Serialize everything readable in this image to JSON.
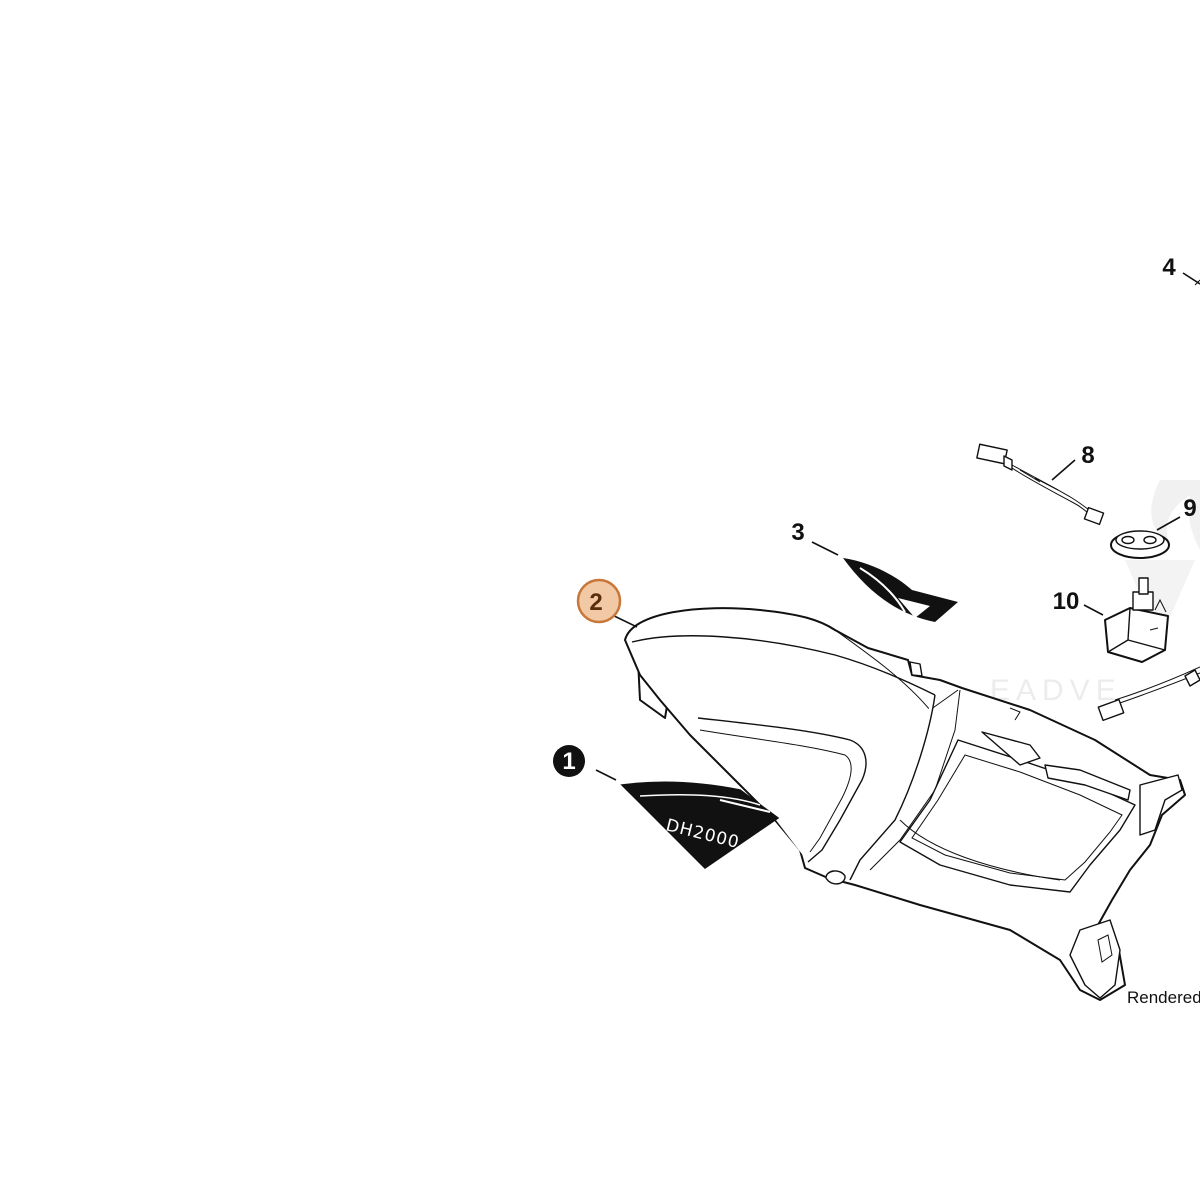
{
  "diagram": {
    "callouts": [
      {
        "id": "1",
        "label": "1",
        "style": "filled"
      },
      {
        "id": "2",
        "label": "2",
        "style": "highlighted"
      },
      {
        "id": "3",
        "label": "3",
        "style": "plain"
      },
      {
        "id": "4",
        "label": "4",
        "style": "plain"
      },
      {
        "id": "8",
        "label": "8",
        "style": "plain"
      },
      {
        "id": "9",
        "label": "9",
        "style": "plain"
      },
      {
        "id": "10",
        "label": "10",
        "style": "plain"
      }
    ],
    "decal_text": "DH2000",
    "render_note": "Rendered",
    "watermark": "EADVE",
    "colors": {
      "highlight_fill": "#f2c9a5",
      "highlight_stroke": "#c8773a",
      "line": "#111111",
      "watermark": "#ececec"
    }
  }
}
